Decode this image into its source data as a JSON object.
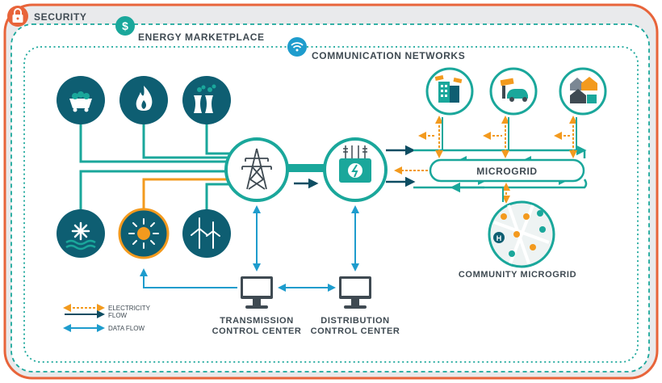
{
  "layers": {
    "security": "SECURITY",
    "energy_marketplace": "ENERGY MARKETPLACE",
    "communication_networks": "COMMUNICATION NETWORKS"
  },
  "layer_icons": {
    "security": "lock-icon",
    "energy_marketplace": "dollar-icon",
    "communication_networks": "wifi-icon"
  },
  "generation_sources": [
    {
      "name": "coal-icon"
    },
    {
      "name": "natural-gas-flame-icon"
    },
    {
      "name": "nuclear-cooling-tower-icon"
    },
    {
      "name": "hydro-icon"
    },
    {
      "name": "solar-icon"
    },
    {
      "name": "wind-turbine-icon"
    }
  ],
  "nodes": {
    "transmission_tower": "transmission-tower-icon",
    "substation": "substation-icon",
    "microgrid": "MICROGRID",
    "community_microgrid": "COMMUNITY MICROGRID",
    "transmission_control_center": [
      "TRANSMISSION",
      "CONTROL CENTER"
    ],
    "distribution_control_center": [
      "DISTRIBUTION",
      "CONTROL CENTER"
    ]
  },
  "consumers": [
    {
      "name": "commercial-building-solar-icon"
    },
    {
      "name": "home-solar-electric-vehicle-icon"
    },
    {
      "name": "houses-solar-icon"
    }
  ],
  "legend": {
    "electricity_flow": [
      "ELECTRICITY",
      "FLOW"
    ],
    "data_flow": "DATA FLOW"
  },
  "colors": {
    "security_border": "#e8643a",
    "security_fill": "#e9eaec",
    "teal": "#1aa79b",
    "dark_navy": "#0d4d62",
    "orange": "#f39a1e",
    "data_blue": "#1e9ccd",
    "circle_fill": "#0e5e72",
    "text": "#3f4a52"
  }
}
